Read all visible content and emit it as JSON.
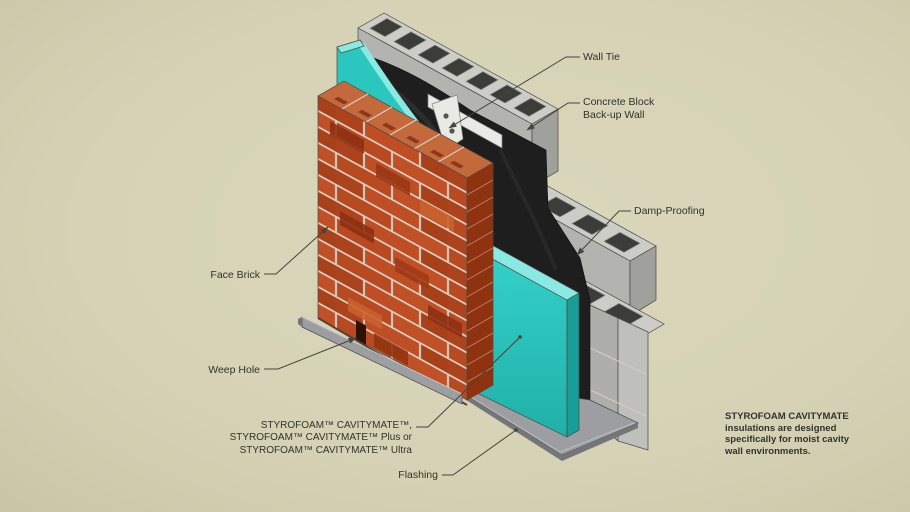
{
  "callouts": {
    "wall_tie": "Wall Tie",
    "concrete_block": "Concrete Block\nBack-up Wall",
    "damp_proofing": "Damp-Proofing",
    "face_brick": "Face Brick",
    "weep_hole": "Weep Hole",
    "styrofoam": "STYROFOAM™ CAVITYMATE™,\nSTYROFOAM™ CAVITYMATE™ Plus or\nSTYROFOAM™ CAVITYMATE™ Ultra",
    "flashing": "Flashing"
  },
  "note": {
    "text": "STYROFOAM CAVITYMATE insulations are designed specifically for moist cavity wall environments."
  },
  "colors": {
    "bg": "#d5d2b5",
    "label": "#32322a",
    "leader": "#45453c",
    "brick_main": "#b84a21",
    "brick_dark": "#8e3012",
    "brick_accent": "#c9622f",
    "mortar": "#d8cec2",
    "insulation_teal": "#2bc7bf",
    "membrane": "#1e1e1e",
    "block_gray": "#b3b3af",
    "flash": "#9c9ea1",
    "metal": "#e9e9e5"
  }
}
